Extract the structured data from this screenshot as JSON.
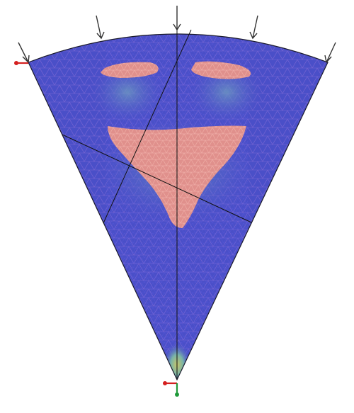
{
  "figure": {
    "kind": "finite-element wedge mesh with stress field and load arrows",
    "colors": {
      "background": "#ffffff",
      "mesh_base": "#4a4fc8",
      "mesh_line": "#8a6fd6",
      "mesh_dense_line": "#5a5ae0",
      "transition": "#7aa6b4",
      "hotspot": "#c8c66a",
      "high_stress_fill": "#e0908c",
      "high_stress_line": "#f0b0a8",
      "outline": "#1a1a2a",
      "cut_line": "#111111",
      "arrow": "#333333",
      "support_red": "#d42020",
      "support_green": "#1f9a3a"
    },
    "load_arrows": [
      {
        "name": "arrow-left-edge"
      },
      {
        "name": "arrow-left-mid"
      },
      {
        "name": "arrow-center"
      },
      {
        "name": "arrow-right-mid"
      },
      {
        "name": "arrow-right-edge"
      }
    ],
    "supports": [
      {
        "name": "top-left-pin-support"
      },
      {
        "name": "apex-pin-support"
      }
    ]
  }
}
